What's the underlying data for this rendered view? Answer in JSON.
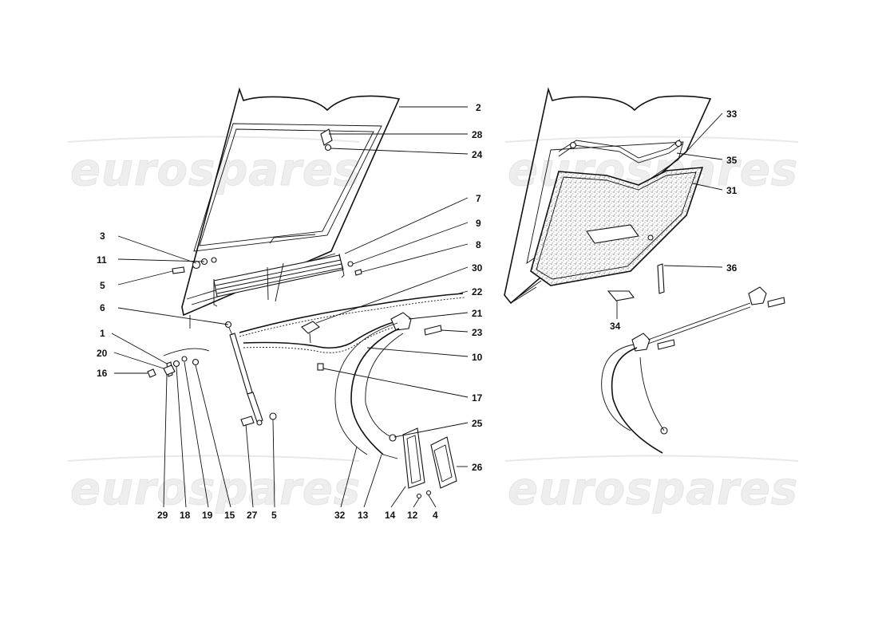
{
  "watermark": {
    "text": "eurospares"
  },
  "labels": {
    "l1": "1",
    "l2": "2",
    "l3": "3",
    "l4": "4",
    "l5a": "5",
    "l5b": "5",
    "l6": "6",
    "l7": "7",
    "l8": "8",
    "l9": "9",
    "l10": "10",
    "l11": "11",
    "l12": "12",
    "l13": "13",
    "l14": "14",
    "l15": "15",
    "l16": "16",
    "l17": "17",
    "l18": "18",
    "l19": "19",
    "l20": "20",
    "l21": "21",
    "l22": "22",
    "l23": "23",
    "l24": "24",
    "l25": "25",
    "l26": "26",
    "l27": "27",
    "l28": "28",
    "l29": "29",
    "l30": "30",
    "l31": "31",
    "l32": "32",
    "l33": "33",
    "l34": "34",
    "l35": "35",
    "l36": "36"
  },
  "colors": {
    "ink": "#111111",
    "watermark": "#eeeeee",
    "background": "#ffffff"
  }
}
